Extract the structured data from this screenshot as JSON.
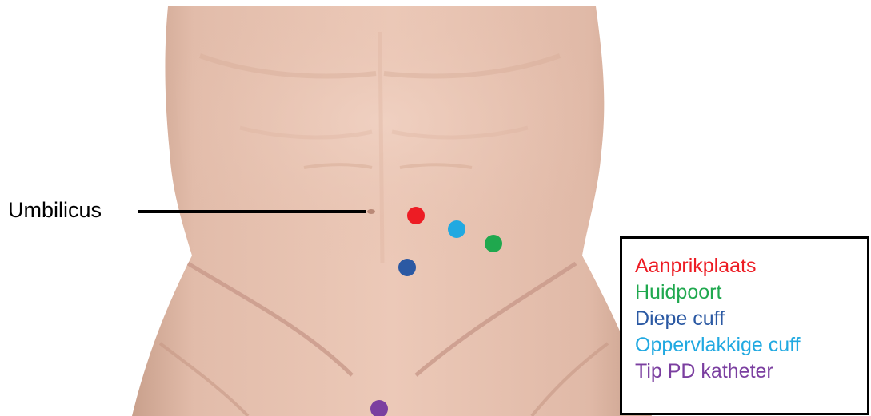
{
  "umbilicus_label": "Umbilicus",
  "legend": {
    "items": [
      {
        "label": "Aanprikplaats",
        "color": "#ed1c24"
      },
      {
        "label": "Huidpoort",
        "color": "#1fa84e"
      },
      {
        "label": "Diepe cuff",
        "color": "#2b59a3"
      },
      {
        "label": "Oppervlakkige cuff",
        "color": "#21a9e1"
      },
      {
        "label": "Tip PD katheter",
        "color": "#7b3fa0"
      }
    ]
  },
  "markers": [
    {
      "name": "aanprikplaats-dot",
      "color": "#ed1c24"
    },
    {
      "name": "oppervlakkige-cuff-dot",
      "color": "#21a9e1"
    },
    {
      "name": "huidpoort-dot",
      "color": "#1fa84e"
    },
    {
      "name": "diepe-cuff-dot",
      "color": "#2b59a3"
    },
    {
      "name": "tip-pd-katheter-dot",
      "color": "#7b3fa0"
    }
  ]
}
